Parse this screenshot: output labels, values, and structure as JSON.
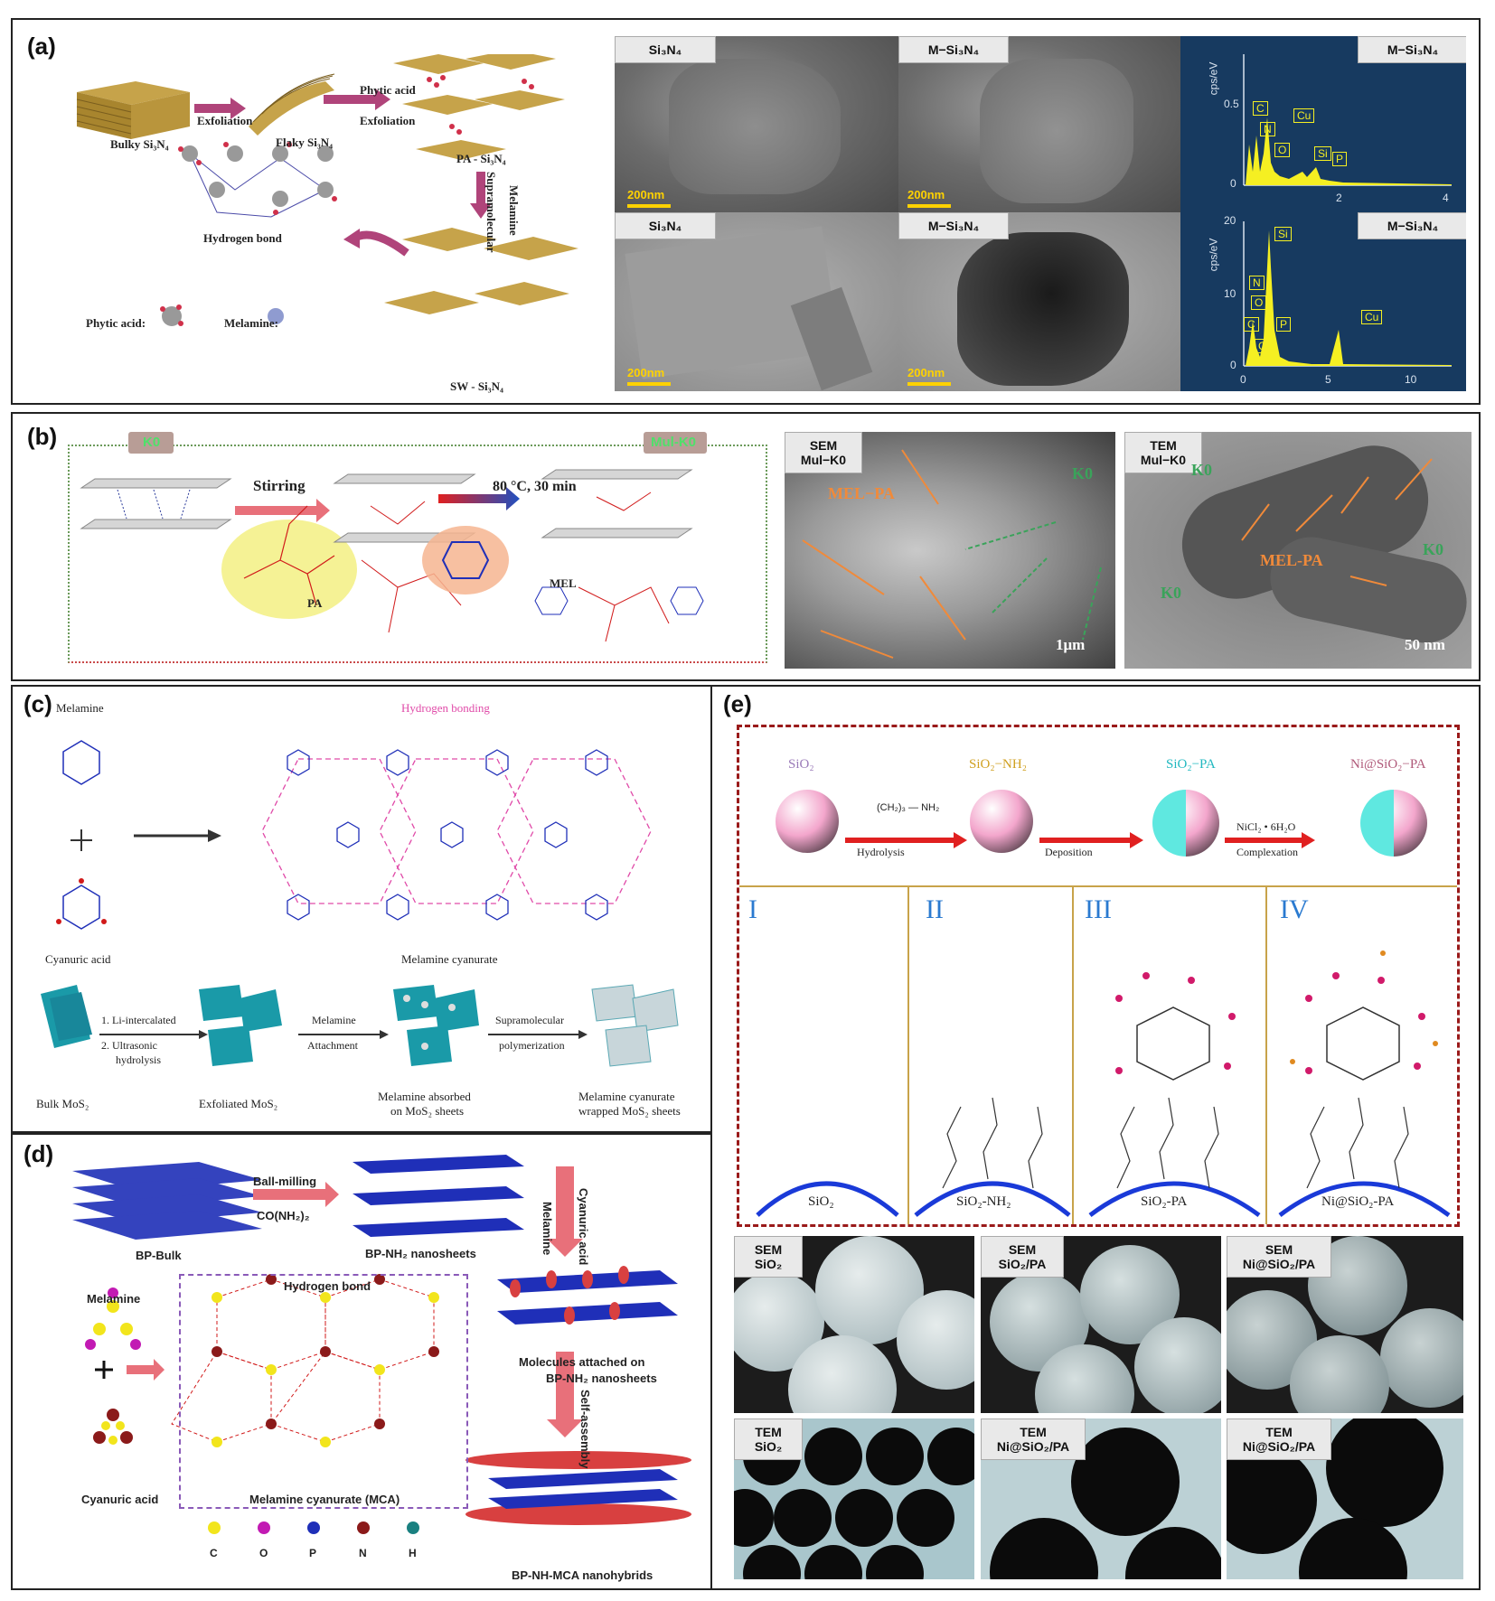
{
  "panels": {
    "a": {
      "letter": "(a)",
      "scheme": {
        "bulky": "Bulky Si₃N₄",
        "step1": "Exfoliation",
        "flaky": "Flaky Si₃N₄",
        "step2a": "Phytic acid",
        "step2b": "Exfoliation",
        "pa": "PA - Si₃N₄",
        "step3a": "Melamine",
        "step3b": "Supramolecular",
        "hbond": "Hydrogen bond",
        "phytic": "Phytic acid:",
        "melamine": "Melamine:",
        "sw": "SW - Si₃N₄"
      },
      "images": {
        "sem1": {
          "tag": "Si₃N₄",
          "scale": "200nm"
        },
        "sem2": {
          "tag": "M−Si₃N₄",
          "scale": "200nm"
        },
        "tem1": {
          "tag": "Si₃N₄",
          "scale": "200nm"
        },
        "tem2": {
          "tag": "M−Si₃N₄",
          "scale": "200nm"
        }
      },
      "eds_top": {
        "tag": "M−Si₃N₄",
        "ylabel": "cps/eV",
        "yticks": [
          "0.5",
          "0"
        ],
        "xticks": [
          "2",
          "4"
        ],
        "peaks": [
          "C",
          "N",
          "O",
          "Cu",
          "Si",
          "P"
        ]
      },
      "eds_bottom": {
        "tag": "M−Si₃N₄",
        "ylabel": "cps/eV",
        "yticks": [
          "20",
          "10",
          "0"
        ],
        "xticks": [
          "0",
          "5",
          "10"
        ],
        "peaks": [
          "Si",
          "N",
          "O",
          "C",
          "Cu",
          "P",
          "Cu"
        ]
      }
    },
    "b": {
      "letter": "(b)",
      "k0": "K0",
      "mulk0": "Mul-K0",
      "stirring": "Stirring",
      "temp": "80 °C, 30 min",
      "pa": "PA",
      "mel": "MEL",
      "sem": {
        "tag1": "SEM",
        "tag2": "Mul−K0",
        "mel_pa": "MEL−PA",
        "k0": "K0",
        "scale": "1μm"
      },
      "tem": {
        "tag1": "TEM",
        "tag2": "Mul−K0",
        "mel_pa": "MEL-PA",
        "k0a": "K0",
        "k0b": "K0",
        "k0c": "K0",
        "scale": "50 nm"
      }
    },
    "c": {
      "letter": "(c)",
      "melamine": "Melamine",
      "hbond": "Hydrogen bonding",
      "cyanuric": "Cyanuric acid",
      "mc": "Melamine cyanurate",
      "step1a": "1. Li-intercalated",
      "step1b": "2. Ultrasonic",
      "step1c": "hydrolysis",
      "step2a": "Melamine",
      "step2b": "Attachment",
      "step3a": "Supramolecular",
      "step3b": "polymerization",
      "bulk": "Bulk MoS₂",
      "exfol": "Exfoliated MoS₂",
      "absorbed1": "Melamine absorbed",
      "absorbed2": "on MoS₂ sheets",
      "wrapped1": "Melamine cyanurate",
      "wrapped2": "wrapped MoS₂ sheets"
    },
    "d": {
      "letter": "(d)",
      "ballmill": "Ball-milling",
      "urea": "CO(NH₂)₂",
      "bpbulk": "BP-Bulk",
      "bpnh2": "BP-NH₂ nanosheets",
      "cyan": "Cyanuric acid",
      "mel": "Melamine",
      "melamine_label": "Melamine",
      "hbond": "Hydrogen bond",
      "mca": "Melamine cyanurate (MCA)",
      "cyanuric_label": "Cyanuric acid",
      "attached1": "Molecules attached on",
      "attached2": "BP-NH₂ nanosheets",
      "selfassembly": "Self-assembly",
      "hybrid": "BP-NH-MCA nanohybrids",
      "legend": [
        "C",
        "O",
        "P",
        "N",
        "H"
      ],
      "legend_colors": [
        "#f2e51c",
        "#c21ab3",
        "#1f2fb8",
        "#8b1a1a",
        "#1a8080"
      ]
    },
    "e": {
      "letter": "(e)",
      "sio2": "SiO₂",
      "sio2nh2": "SiO₂−NH₂",
      "sio2pa": "SiO₂−PA",
      "nisio2pa": "Ni@SiO₂−PA",
      "silane": "(CH₂)₃ — NH₂",
      "hydrolysis": "Hydrolysis",
      "deposition": "Deposition",
      "nicl2": "NiCl₂ • 6H₂O",
      "complexation": "Complexation",
      "roman": [
        "I",
        "II",
        "III",
        "IV"
      ],
      "bottom_labels": [
        "SiO₂",
        "SiO₂-NH₂",
        "SiO₂-PA",
        "Ni@SiO₂-PA"
      ],
      "sem": [
        {
          "t1": "SEM",
          "t2": "SiO₂"
        },
        {
          "t1": "SEM",
          "t2": "SiO₂/PA"
        },
        {
          "t1": "SEM",
          "t2": "Ni@SiO₂/PA"
        }
      ],
      "tem": [
        {
          "t1": "TEM",
          "t2": "SiO₂"
        },
        {
          "t1": "TEM",
          "t2": "Ni@SiO₂/PA"
        },
        {
          "t1": "TEM",
          "t2": "Ni@SiO₂/PA"
        }
      ]
    }
  }
}
